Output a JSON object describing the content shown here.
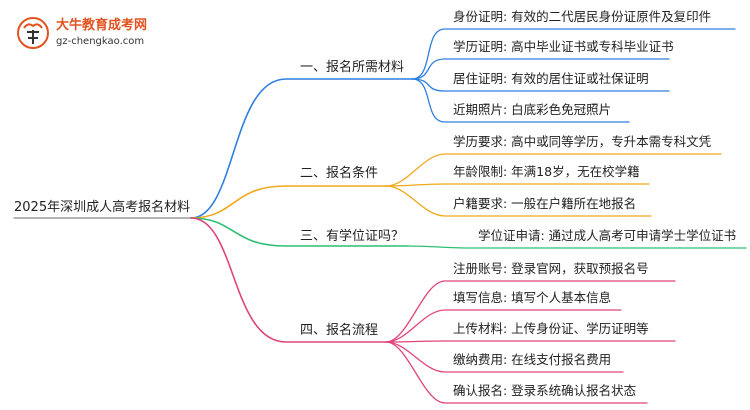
{
  "logo": {
    "name": "大牛教育成考网",
    "site": "gz-chengkao.com"
  },
  "root": {
    "label": "2025年深圳成人高考报名材料"
  },
  "branches": [
    {
      "label": "一、报名所需材料",
      "color": "#2f7fe0",
      "leaves": [
        "身份证明: 有效的二代居民身份证原件及复印件",
        "学历证明: 高中毕业证书或专科毕业证书",
        "居住证明: 有效的居住证或社保证明",
        "近期照片: 白底彩色免冠照片"
      ]
    },
    {
      "label": "二、报名条件",
      "color": "#f0a81c",
      "leaves": [
        "学历要求: 高中或同等学历，专升本需专科文凭",
        "年龄限制: 年满18岁，无在校学籍",
        "户籍要求: 一般在户籍所在地报名"
      ]
    },
    {
      "label": "三、有学位证吗？",
      "color": "#2cbf73",
      "leaves": [
        "学位证申请: 通过成人高考可申请学士学位证书"
      ]
    },
    {
      "label": "四、报名流程",
      "color": "#e0457b",
      "leaves": [
        "注册账号: 登录官网，获取预报名号",
        "填写信息: 填写个人基本信息",
        "上传材料: 上传身份证、学历证明等",
        "缴纳费用: 在线支付报名费用",
        "确认报名: 登录系统确认报名状态"
      ]
    }
  ]
}
